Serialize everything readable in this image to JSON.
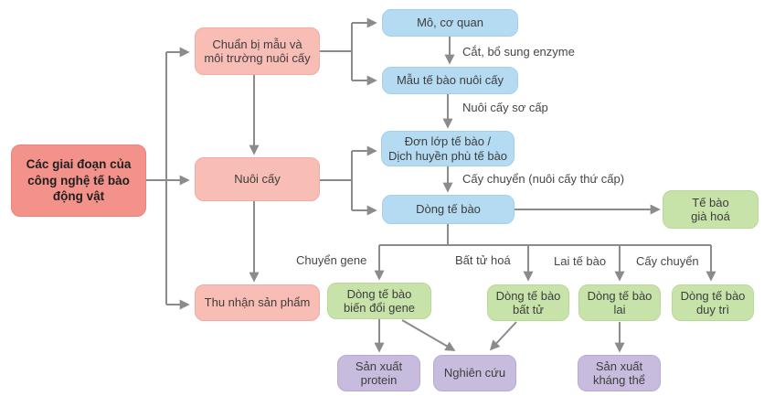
{
  "colors": {
    "red": "#f2928b",
    "pink": "#f8bdb5",
    "blue": "#b5dbf2",
    "green": "#c7e3a9",
    "purple": "#c8bcde",
    "line": "#8b8b8b",
    "text": "#3d3d3d"
  },
  "boxes": {
    "main": "Các giai đoạn của\ncông nghệ tế bào\nđộng vật",
    "prepare": "Chuẩn bị mẫu và\nmôi trường nuôi cấy",
    "culture": "Nuôi cấy",
    "harvest": "Thu nhận sản phẩm",
    "tissue": "Mô, cơ quan",
    "cell_sample": "Mẫu tế bào nuôi cấy",
    "monolayer": "Đơn lớp tế bào /\nDịch huyền phù tế bào",
    "cell_line": "Dòng tế bào",
    "senescent": "Tế bào\ngià hoá",
    "gmo_line": "Dòng tế bào\nbiến đổi gene",
    "immortal_line": "Dòng tế bào\nbất tử",
    "hybrid_line": "Dòng tế bào\nlai",
    "maintained_line": "Dòng tế bào\nduy trì",
    "protein": "Sản xuất\nprotein",
    "research": "Nghiên cứu",
    "antibody": "Sản xuất\nkháng thể"
  },
  "arrow_labels": {
    "cut_enzyme": "Cắt, bổ sung enzyme",
    "primary_culture": "Nuôi cấy sơ cấp",
    "subculture": "Cấy chuyển (nuôi cấy thứ cấp)",
    "gene_transfer": "Chuyển gene",
    "immortalize": "Bất tử hoá",
    "fusion": "Lai tế bào",
    "passage": "Cấy chuyển"
  }
}
